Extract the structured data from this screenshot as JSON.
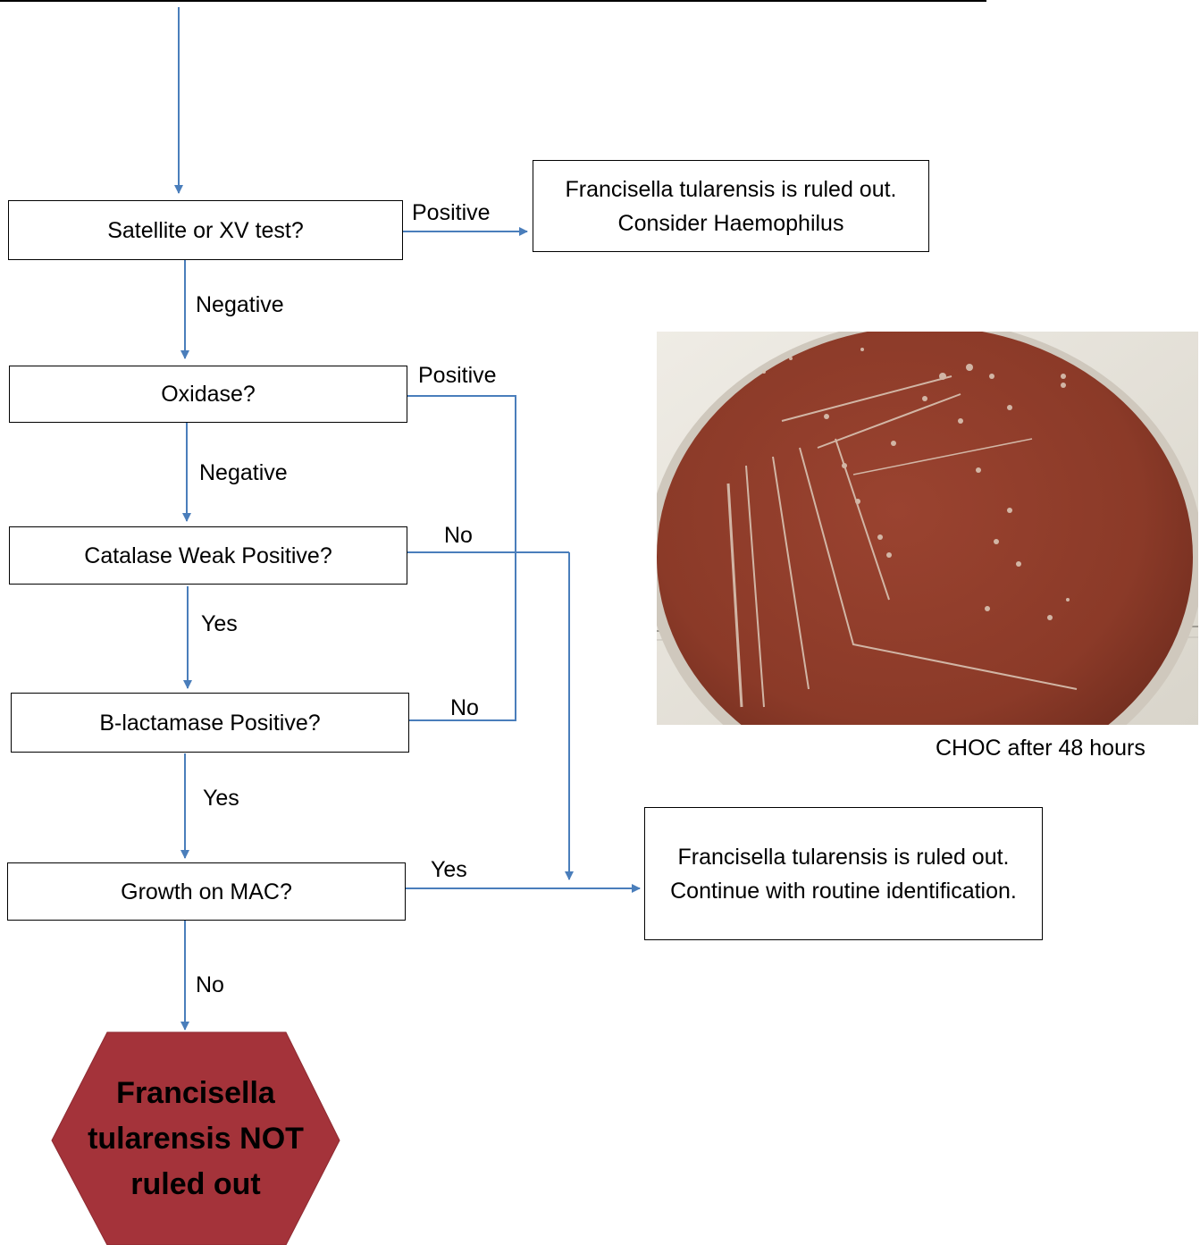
{
  "flowchart": {
    "nodes": {
      "satellite": "Satellite or XV test?",
      "oxidase": "Oxidase?",
      "catalase": "Catalase Weak Positive?",
      "blactamase": "B-lactamase Positive?",
      "mac": "Growth on MAC?",
      "ruled_out_haemophilus": "Francisella tularensis is ruled out. Consider Haemophilus",
      "ruled_out_routine": "Francisella tularensis is ruled out. Continue with routine identification.",
      "not_ruled_out": "Francisella tularensis NOT ruled out"
    },
    "edge_labels": {
      "satellite_positive": "Positive",
      "satellite_negative": "Negative",
      "oxidase_positive": "Positive",
      "oxidase_negative": "Negative",
      "catalase_no": "No",
      "catalase_yes": "Yes",
      "blactamase_no": "No",
      "blactamase_yes": "Yes",
      "mac_yes": "Yes",
      "mac_no": "No"
    }
  },
  "photo": {
    "caption": "CHOC after 48 hours"
  },
  "colors": {
    "arrow": "#4a7ebb",
    "terminal_fill": "#a4333a",
    "plate_agar": "#8e3a28",
    "plate_background": "#e7e3da"
  }
}
